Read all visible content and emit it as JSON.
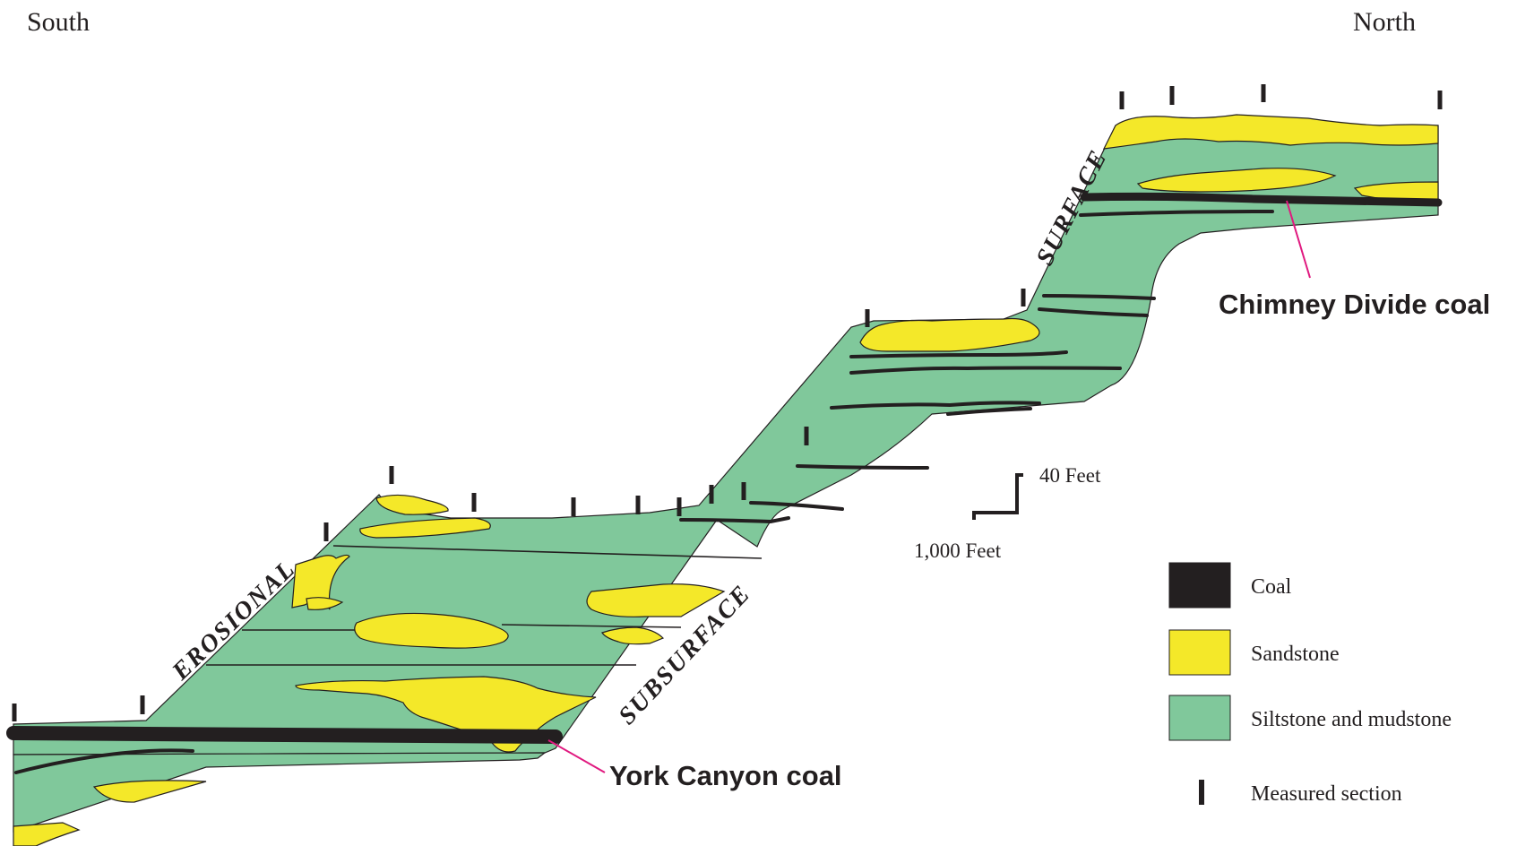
{
  "directions": {
    "left": "South",
    "right": "North"
  },
  "surface_labels": {
    "erosional": "EROSIONAL",
    "subsurface": "SUBSURFACE",
    "surface": "SURFACE"
  },
  "coal_callouts": {
    "york_canyon": "York Canyon coal",
    "chimney_divide": "Chimney Divide coal"
  },
  "scale_bar": {
    "vertical": "40 Feet",
    "horizontal": "1,000 Feet"
  },
  "legend": [
    {
      "label": "Coal",
      "color": "#231f20"
    },
    {
      "label": "Sandstone",
      "color": "#f4e829"
    },
    {
      "label": "Siltstone and mudstone",
      "color": "#80c89b"
    },
    {
      "label": "Measured section",
      "color": "#231f20"
    }
  ],
  "colors": {
    "siltstone": "#80c89b",
    "sandstone": "#f4e829",
    "coal": "#231f20",
    "leader": "#e0197f"
  }
}
